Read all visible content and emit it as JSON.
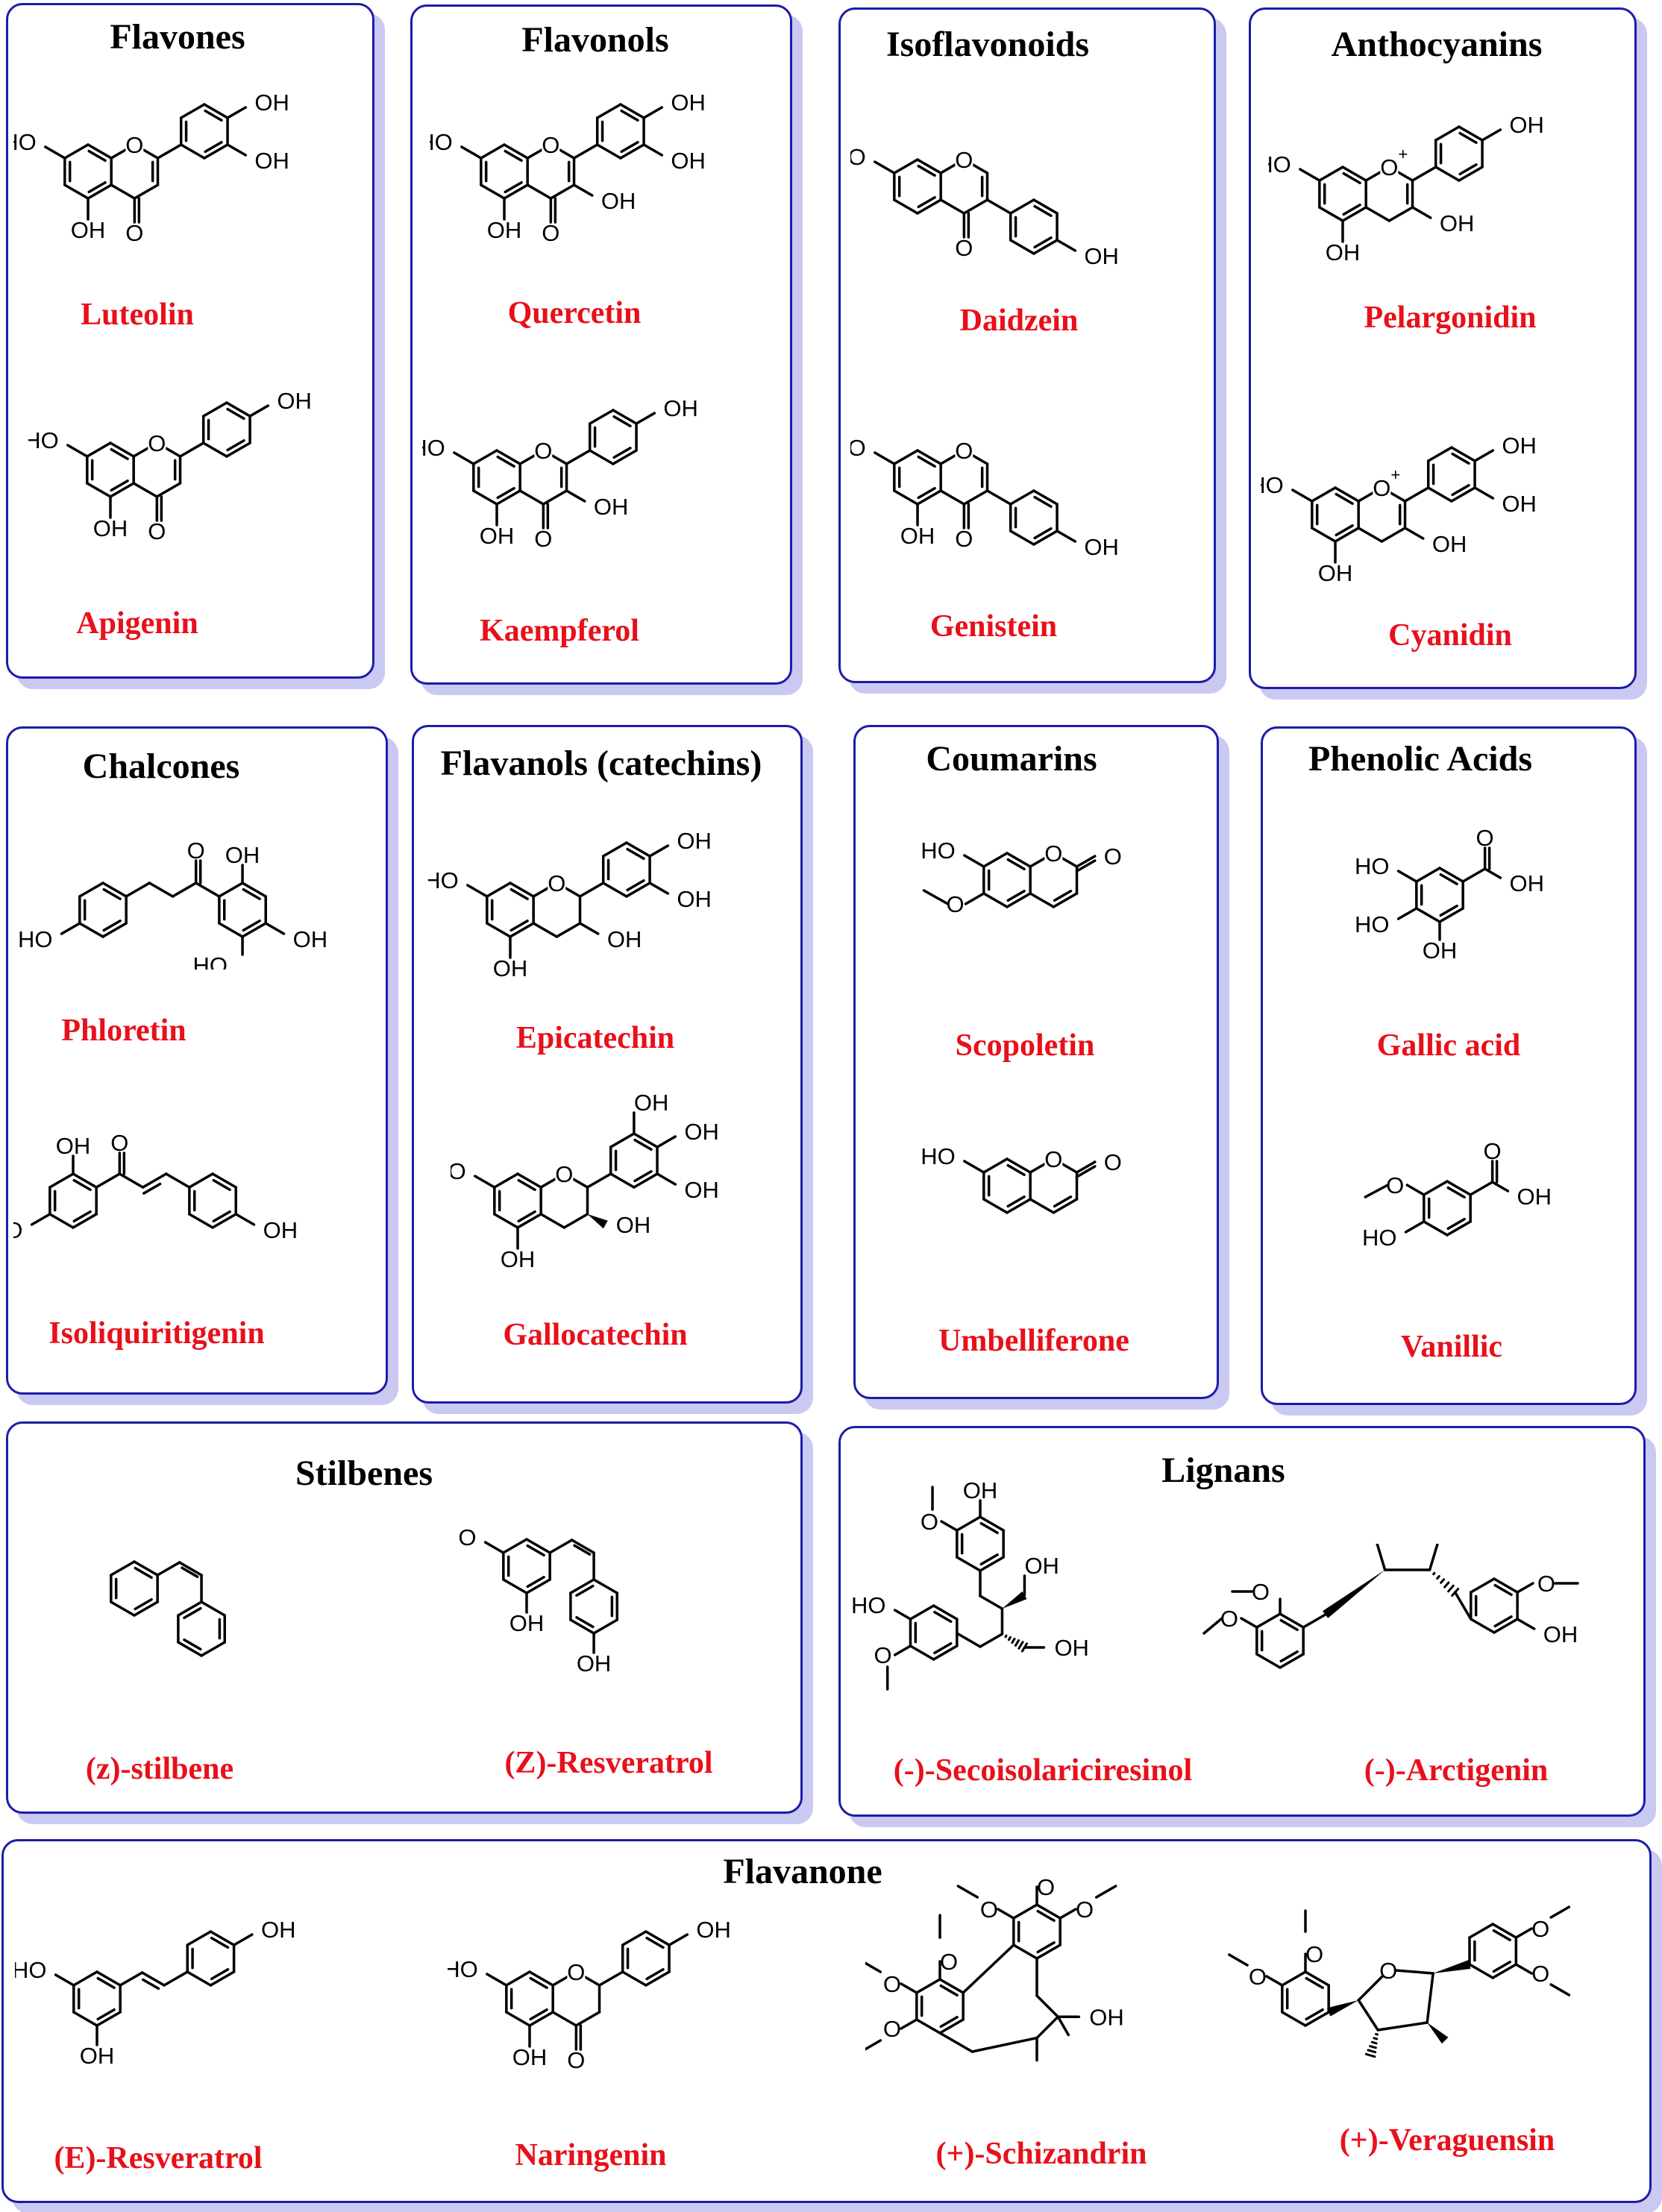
{
  "colors": {
    "border": "#1c1ca8",
    "shadow": "#c9c9f2",
    "compound_name": "#e8101a",
    "title": "#000000"
  },
  "panels": {
    "flavones": {
      "title": "Flavones",
      "compounds": [
        "Luteolin",
        "Apigenin"
      ]
    },
    "flavonols": {
      "title": "Flavonols",
      "compounds": [
        "Quercetin",
        "Kaempferol"
      ]
    },
    "isoflavonoids": {
      "title": "Isoflavonoids",
      "compounds": [
        "Daidzein",
        "Genistein"
      ]
    },
    "anthocyanins": {
      "title": "Anthocyanins",
      "compounds": [
        "Pelargonidin",
        "Cyanidin"
      ]
    },
    "chalcones": {
      "title": "Chalcones",
      "compounds": [
        "Phloretin",
        "Isoliquiritigenin"
      ]
    },
    "flavanols": {
      "title": "Flavanols (catechins)",
      "compounds": [
        "Epicatechin",
        "Gallocatechin"
      ]
    },
    "coumarins": {
      "title": "Coumarins",
      "compounds": [
        "Scopoletin",
        "Umbelliferone"
      ]
    },
    "phenolic_acids": {
      "title": "Phenolic Acids",
      "compounds": [
        "Gallic acid",
        "Vanillic"
      ]
    },
    "stilbenes": {
      "title": "Stilbenes",
      "compounds": [
        "(z)-stilbene",
        "(Z)-Resveratrol"
      ]
    },
    "lignans": {
      "title": "Lignans",
      "compounds": [
        "(-)-Secoisolariciresinol",
        "(-)-Arctigenin"
      ]
    },
    "flavanone": {
      "title": "Flavanone",
      "compounds": [
        "(E)-Resveratrol",
        "Naringenin",
        "(+)-Schizandrin",
        "(+)-Veraguensin"
      ]
    }
  },
  "atom_labels": {
    "hydroxyl": "OH",
    "hydroxyl_left": "HO",
    "oxygen": "O",
    "positive": "+"
  }
}
